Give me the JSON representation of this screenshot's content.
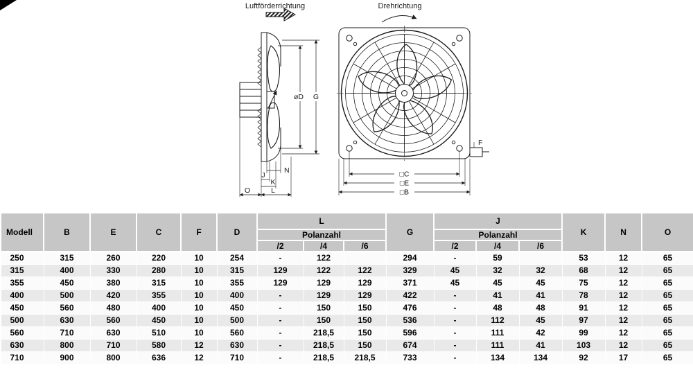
{
  "page": {
    "background": "#ffffff",
    "line_color": "#1a1a1a"
  },
  "colors": {
    "header_bg": "#c6c6c6",
    "row_odd": "#fbfbfb",
    "row_even": "#e9e9e9"
  },
  "drawings": {
    "side_view": {
      "flow_label": "Luftförderrichtung",
      "labels": {
        "d": "øD",
        "g": "G",
        "n": "N",
        "j": "J",
        "k": "K",
        "o": "O",
        "l": "L"
      }
    },
    "front_view": {
      "rotation_label": "Drehrichtung",
      "labels": {
        "f": "F",
        "c": "□C",
        "e": "□E",
        "b": "□B"
      }
    }
  },
  "table": {
    "header": {
      "modell": "Modell",
      "b": "B",
      "e": "E",
      "c": "C",
      "f": "F",
      "d": "D",
      "l_group": "L",
      "g": "G",
      "j_group": "J",
      "k": "K",
      "n": "N",
      "o": "O",
      "polanzahl": "Polanzahl",
      "p2": "/2",
      "p4": "/4",
      "p6": "/6"
    },
    "rows": [
      {
        "modell": "250",
        "b": "315",
        "e": "260",
        "c": "220",
        "f": "10",
        "d": "254",
        "l2": "-",
        "l4": "122",
        "l6": "",
        "g": "294",
        "j2": "-",
        "j4": "59",
        "j6": "",
        "k": "53",
        "n": "12",
        "o": "65"
      },
      {
        "modell": "315",
        "b": "400",
        "e": "330",
        "c": "280",
        "f": "10",
        "d": "315",
        "l2": "129",
        "l4": "122",
        "l6": "122",
        "g": "329",
        "j2": "45",
        "j4": "32",
        "j6": "32",
        "k": "68",
        "n": "12",
        "o": "65"
      },
      {
        "modell": "355",
        "b": "450",
        "e": "380",
        "c": "315",
        "f": "10",
        "d": "355",
        "l2": "129",
        "l4": "129",
        "l6": "129",
        "g": "371",
        "j2": "45",
        "j4": "45",
        "j6": "45",
        "k": "75",
        "n": "12",
        "o": "65"
      },
      {
        "modell": "400",
        "b": "500",
        "e": "420",
        "c": "355",
        "f": "10",
        "d": "400",
        "l2": "-",
        "l4": "129",
        "l6": "129",
        "g": "422",
        "j2": "-",
        "j4": "41",
        "j6": "41",
        "k": "78",
        "n": "12",
        "o": "65"
      },
      {
        "modell": "450",
        "b": "560",
        "e": "480",
        "c": "400",
        "f": "10",
        "d": "450",
        "l2": "-",
        "l4": "150",
        "l6": "150",
        "g": "476",
        "j2": "-",
        "j4": "48",
        "j6": "48",
        "k": "91",
        "n": "12",
        "o": "65"
      },
      {
        "modell": "500",
        "b": "630",
        "e": "560",
        "c": "450",
        "f": "10",
        "d": "500",
        "l2": "-",
        "l4": "150",
        "l6": "150",
        "g": "536",
        "j2": "-",
        "j4": "112",
        "j6": "45",
        "k": "97",
        "n": "12",
        "o": "65"
      },
      {
        "modell": "560",
        "b": "710",
        "e": "630",
        "c": "510",
        "f": "10",
        "d": "560",
        "l2": "-",
        "l4": "218,5",
        "l6": "150",
        "g": "596",
        "j2": "-",
        "j4": "111",
        "j6": "42",
        "k": "99",
        "n": "12",
        "o": "65"
      },
      {
        "modell": "630",
        "b": "800",
        "e": "710",
        "c": "580",
        "f": "12",
        "d": "630",
        "l2": "-",
        "l4": "218,5",
        "l6": "150",
        "g": "674",
        "j2": "-",
        "j4": "111",
        "j6": "41",
        "k": "103",
        "n": "12",
        "o": "65"
      },
      {
        "modell": "710",
        "b": "900",
        "e": "800",
        "c": "636",
        "f": "12",
        "d": "710",
        "l2": "-",
        "l4": "218,5",
        "l6": "218,5",
        "g": "733",
        "j2": "-",
        "j4": "134",
        "j6": "134",
        "k": "92",
        "n": "17",
        "o": "65"
      }
    ]
  }
}
